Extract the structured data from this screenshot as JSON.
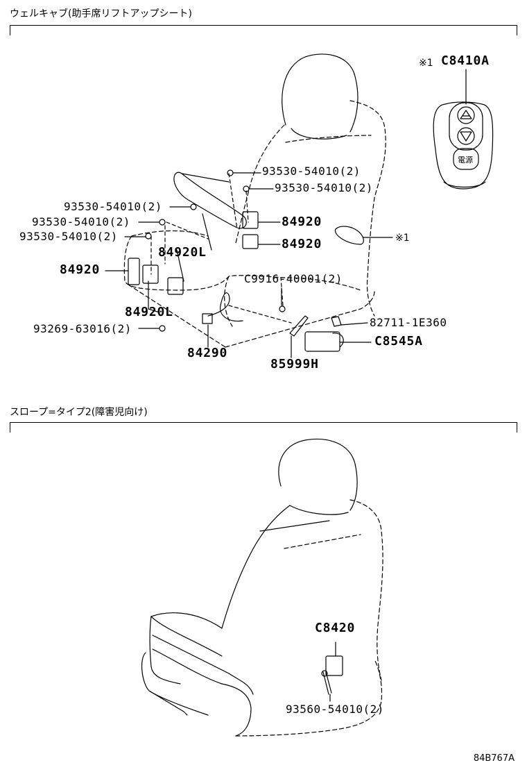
{
  "sections": [
    {
      "title": "ウェルキャブ(助手席リフトアップシート)"
    },
    {
      "title": "スロープ=タイプ2(障害児向け)"
    }
  ],
  "remote_title": {
    "mark": "※1",
    "part": "C8410A"
  },
  "labels": {
    "p1": "93530-54010(2)",
    "p2": "93530-54010(2)",
    "p3": "93530-54010(2)",
    "p4": "93530-54010(2)",
    "p5": "93530-54010(2)",
    "p6": "84920",
    "p7": "84920",
    "p8": "84920L",
    "p9": "84920",
    "p10": "84920L",
    "p11": "C9916-40001(2)",
    "p12": "82711-1E360",
    "p13": "C8545A",
    "p14": "93269-63016(2)",
    "p15": "84290",
    "p16": "85999H",
    "p17": "※1",
    "p18": "C8420",
    "p19": "93560-54010(2)"
  },
  "diagram_code": "84B767A",
  "icons": [
    "up-triangle-icon",
    "down-triangle-icon",
    "stop-icon"
  ],
  "icon_glyphs": {
    "stop": "電源"
  }
}
